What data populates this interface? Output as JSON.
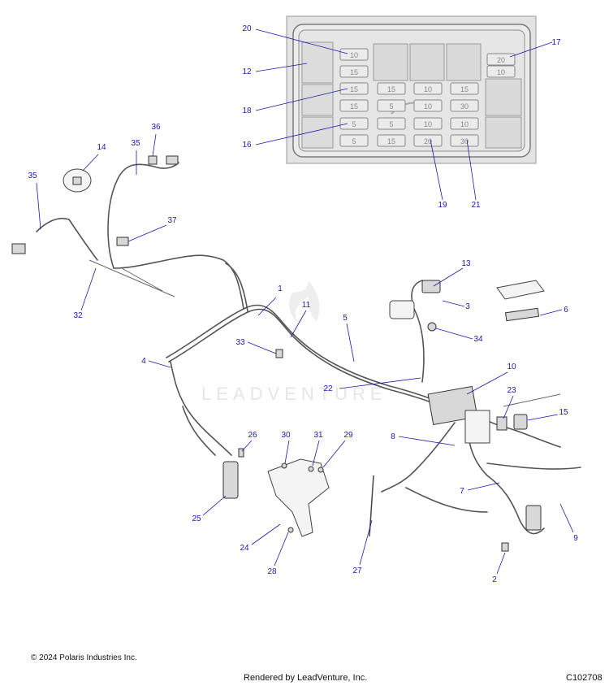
{
  "fuse_box": {
    "fuses": [
      {
        "id": "f1",
        "value": "10"
      },
      {
        "id": "f2",
        "value": "15"
      },
      {
        "id": "f3",
        "value": "15"
      },
      {
        "id": "f4",
        "value": "15"
      },
      {
        "id": "f5",
        "value": "5"
      },
      {
        "id": "f6",
        "value": "5"
      },
      {
        "id": "f7",
        "value": "15"
      },
      {
        "id": "f8",
        "value": "5"
      },
      {
        "id": "f9",
        "value": "5"
      },
      {
        "id": "f10",
        "value": "15"
      },
      {
        "id": "f11",
        "value": "10"
      },
      {
        "id": "f12",
        "value": "10"
      },
      {
        "id": "f13",
        "value": "10"
      },
      {
        "id": "f14",
        "value": "20"
      },
      {
        "id": "f15",
        "value": "15"
      },
      {
        "id": "f16",
        "value": "30"
      },
      {
        "id": "f17",
        "value": "10"
      },
      {
        "id": "f18",
        "value": "30"
      },
      {
        "id": "f19",
        "value": "20"
      },
      {
        "id": "f20",
        "value": "10"
      }
    ]
  },
  "callouts": [
    {
      "id": "c1",
      "label": "1"
    },
    {
      "id": "c2",
      "label": "2"
    },
    {
      "id": "c3",
      "label": "3"
    },
    {
      "id": "c4",
      "label": "4"
    },
    {
      "id": "c5",
      "label": "5"
    },
    {
      "id": "c6",
      "label": "6"
    },
    {
      "id": "c7",
      "label": "7"
    },
    {
      "id": "c8",
      "label": "8"
    },
    {
      "id": "c9",
      "label": "9"
    },
    {
      "id": "c10",
      "label": "10"
    },
    {
      "id": "c11",
      "label": "11"
    },
    {
      "id": "c12",
      "label": "12"
    },
    {
      "id": "c13",
      "label": "13"
    },
    {
      "id": "c14",
      "label": "14"
    },
    {
      "id": "c15",
      "label": "15"
    },
    {
      "id": "c16",
      "label": "16"
    },
    {
      "id": "c17",
      "label": "17"
    },
    {
      "id": "c18",
      "label": "18"
    },
    {
      "id": "c19",
      "label": "19"
    },
    {
      "id": "c20",
      "label": "20"
    },
    {
      "id": "c21",
      "label": "21"
    },
    {
      "id": "c22",
      "label": "22"
    },
    {
      "id": "c23",
      "label": "23"
    },
    {
      "id": "c24",
      "label": "24"
    },
    {
      "id": "c25",
      "label": "25"
    },
    {
      "id": "c26",
      "label": "26"
    },
    {
      "id": "c27",
      "label": "27"
    },
    {
      "id": "c28",
      "label": "28"
    },
    {
      "id": "c29",
      "label": "29"
    },
    {
      "id": "c30",
      "label": "30"
    },
    {
      "id": "c31",
      "label": "31"
    },
    {
      "id": "c32",
      "label": "32"
    },
    {
      "id": "c33",
      "label": "33"
    },
    {
      "id": "c34",
      "label": "34"
    },
    {
      "id": "c35a",
      "label": "35"
    },
    {
      "id": "c35b",
      "label": "35"
    },
    {
      "id": "c36",
      "label": "36"
    },
    {
      "id": "c37",
      "label": "37"
    }
  ],
  "watermark": "LEADVENTURE",
  "footer": {
    "copyright": "© 2024 Polaris Industries Inc.",
    "rendered_by": "Rendered by LeadVenture, Inc.",
    "diagram_code": "C102708"
  },
  "colors": {
    "callout": "#1a1aa8",
    "line_art": "#555555"
  }
}
